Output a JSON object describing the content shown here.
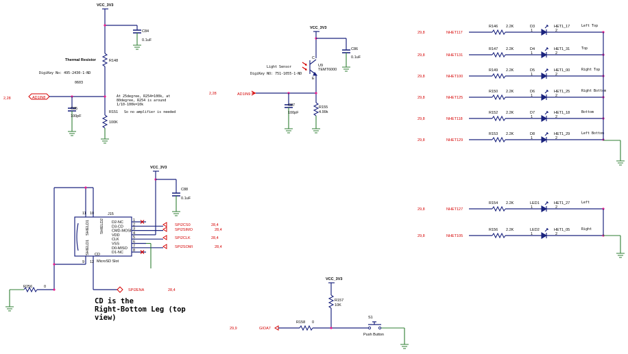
{
  "thermal": {
    "vcc": "VCC_3V3",
    "c84_ref": "C84",
    "c84_val": "0.1uF",
    "r148_ref": "R148",
    "title": "Thermal Resistor",
    "digikey": "DigiKey No: 495-2430-1-ND",
    "pkg": "0603",
    "note1": "At 25degree, R254=100k, at",
    "note2": "80degree, R254 is around",
    "note3": "1/10-100k=10k",
    "note4": "So no amplifier is needed",
    "sheet": "2,28",
    "net": "AD1IN8",
    "c85_ref": "C85",
    "c85_val": "100pF",
    "r151_ref": "R151",
    "r151_val": "100K"
  },
  "light": {
    "vcc": "VCC_3V3",
    "c86_ref": "C86",
    "c86_val": "0.1uF",
    "sensor": "Light Sensor",
    "digikey": "DigiKey NO: 751-1055-1-ND",
    "u9_ref": "U9",
    "u9_part": "TEMT6000",
    "pin_c": "C",
    "pin_e": "E",
    "sheet": "2,28",
    "net": "AD1IN9",
    "c87_ref": "C87",
    "c87_val": "100pF",
    "r155_ref": "R155",
    "r155_val": "4.99k"
  },
  "leds": [
    {
      "sheet": "29,8",
      "net": "NHET117",
      "r": "R146",
      "val": "2.2K",
      "d": "D3",
      "het": "HET1_17",
      "label": "Left Top",
      "p1": "1",
      "p2": "2"
    },
    {
      "sheet": "29,8",
      "net": "NHET131",
      "r": "R147",
      "val": "2.2K",
      "d": "D4",
      "het": "HET1_31",
      "label": "Top",
      "p1": "1",
      "p2": "2"
    },
    {
      "sheet": "29,8",
      "net": "NHET100",
      "r": "R149",
      "val": "2.2K",
      "d": "D5",
      "het": "HET1_00",
      "label": "Right Top",
      "p1": "1",
      "p2": "2"
    },
    {
      "sheet": "29,8",
      "net": "NHET125",
      "r": "R150",
      "val": "2.2K",
      "d": "D6",
      "het": "HET1_25",
      "label": "Right Bottom",
      "p1": "1",
      "p2": "2"
    },
    {
      "sheet": "29,8",
      "net": "NHET118",
      "r": "R152",
      "val": "2.2K",
      "d": "D7",
      "het": "HET1_18",
      "label": "Bottom",
      "p1": "1",
      "p2": "2"
    },
    {
      "sheet": "29,8",
      "net": "NHET129",
      "r": "R153",
      "val": "2.2K",
      "d": "D8",
      "het": "HET1_29",
      "label": "Left Bottom",
      "p1": "1",
      "p2": "2"
    }
  ],
  "leds2": [
    {
      "sheet": "29,8",
      "net": "NHET127",
      "r": "R154",
      "val": "2.2K",
      "d": "LED1",
      "het": "HET1_27",
      "label": "Left",
      "p1": "1",
      "p2": "2"
    },
    {
      "sheet": "29,8",
      "net": "NHET105",
      "r": "R156",
      "val": "2.2K",
      "d": "LED2",
      "het": "HET1_05",
      "label": "Right",
      "p1": "1",
      "p2": "2"
    }
  ],
  "sd": {
    "vcc": "VCC_3V3",
    "c88_ref": "C88",
    "c88_val": "0.1uF",
    "j_ref": "J15",
    "shield1": "SHIELD1",
    "shield2": "SHIELD2",
    "shield3": "SHIELD3",
    "cd": "CD",
    "part": "MicroSD Slot",
    "pins": [
      "D2-NC",
      "D3-CD",
      "CMD-MOSI",
      "VDD",
      "CLK",
      "VSS",
      "D0-MISO",
      "D1-NC"
    ],
    "pin_nums": [
      "1",
      "2",
      "3",
      "4",
      "5",
      "6",
      "7",
      "8"
    ],
    "n11": "11",
    "n10": "10",
    "n9": "9",
    "n12": "12",
    "spics0": "SPI2CS0",
    "spisimo": "SPI2SIMO",
    "spiclk": "SPI2CLK",
    "spisomi": "SPI2SOMI",
    "s1": "28,4",
    "s2": "28,4",
    "s3": "28,4",
    "s4": "28,4",
    "r256_ref": "R256",
    "r256_val": "0",
    "spiena": "SPI2ENA",
    "spiena_sheet": "28,4",
    "note_l1": "CD is  the",
    "note_l2": "Right-Bottom Leg (top",
    "note_l3": "view)"
  },
  "button": {
    "vcc": "VCC_3V3",
    "r157_ref": "R157",
    "r157_val": "10K",
    "r158_ref": "R158",
    "r158_val": "0",
    "sheet": "29,9",
    "net": "GIOA7",
    "s_ref": "S1",
    "s_label": "Push Button"
  }
}
